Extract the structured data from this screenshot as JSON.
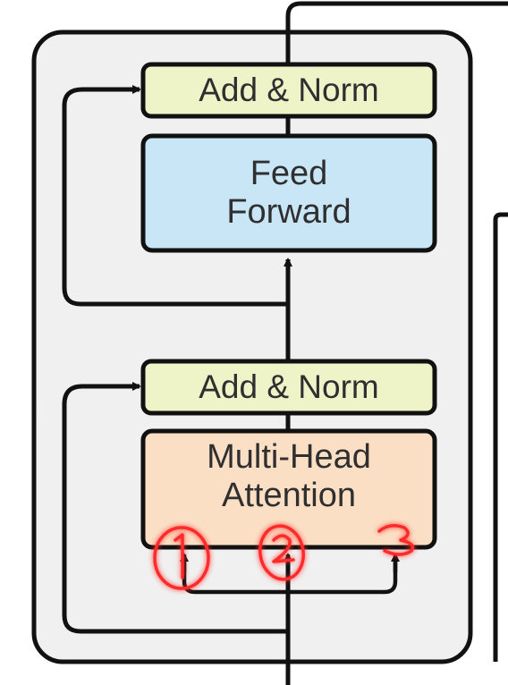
{
  "blocks": {
    "add_norm_top": "Add & Norm",
    "feed_forward": "Feed\nForward",
    "add_norm_bottom": "Add & Norm",
    "multi_head_attention": "Multi-Head\nAttention"
  },
  "annotations": {
    "marks": [
      "1",
      "2",
      "3"
    ],
    "color": "#ff2a2a"
  },
  "colors": {
    "add_norm_fill": "#eef3c8",
    "feed_forward_fill": "#c8e6f5",
    "attention_fill": "#fbdfc4",
    "layer_background": "#f0f0f0",
    "stroke": "#111111"
  }
}
